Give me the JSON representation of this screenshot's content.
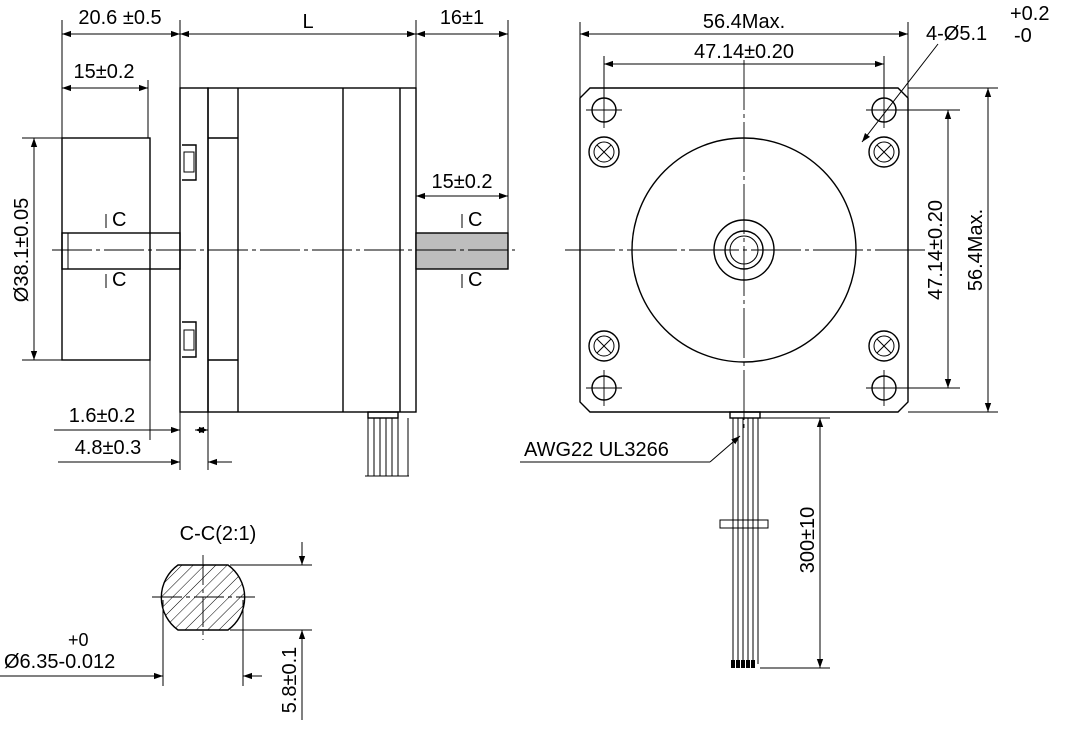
{
  "side_view": {
    "dim_front_boss": "20.6 ±0.5",
    "dim_body_length": "L",
    "dim_rear_shaft": "16±1",
    "dim_front_shaft_flat": "15±0.2",
    "dim_rear_shaft_flat": "15±0.2",
    "dim_pilot_diameter": "Ø38.1±0.05",
    "dim_flange_thickness": "1.6±0.2",
    "dim_boss_height": "4.8±0.3",
    "section_mark": "C"
  },
  "front_view": {
    "dim_overall_width": "56.4Max.",
    "dim_hole_spacing_h": "47.14±0.20",
    "dim_hole_spacing_v": "47.14±0.20",
    "dim_overall_height": "56.4Max.",
    "dim_holes_label": "4-Ø5.1",
    "dim_holes_tol_upper": "+0.2",
    "dim_holes_tol_lower": "-0",
    "wire_label": "AWG22 UL3266",
    "dim_lead_length": "300±10"
  },
  "section_view": {
    "title": "C-C(2:1)",
    "dim_shaft_tol_upper": "+0",
    "dim_shaft_diameter": "Ø6.35-0.012",
    "dim_flat_width": "5.8±0.1"
  },
  "colors": {
    "line": "#000000",
    "shaft_fill": "#bdbdbd",
    "background": "#ffffff"
  }
}
